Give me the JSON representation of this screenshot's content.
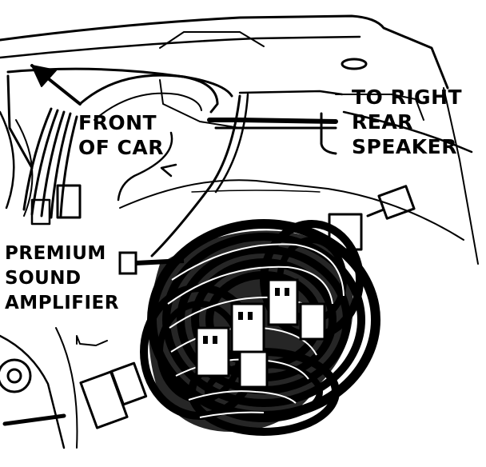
{
  "diagram": {
    "ink_color": "#000000",
    "paper_color": "#ffffff",
    "labels": {
      "front_of_car": [
        "FRONT",
        "OF CAR"
      ],
      "to_right_rear_speaker": [
        "TO RIGHT",
        "REAR",
        "SPEAKER"
      ],
      "premium_sound_amplifier": [
        "PREMIUM",
        "SOUND",
        "AMPLIFIER"
      ]
    }
  }
}
